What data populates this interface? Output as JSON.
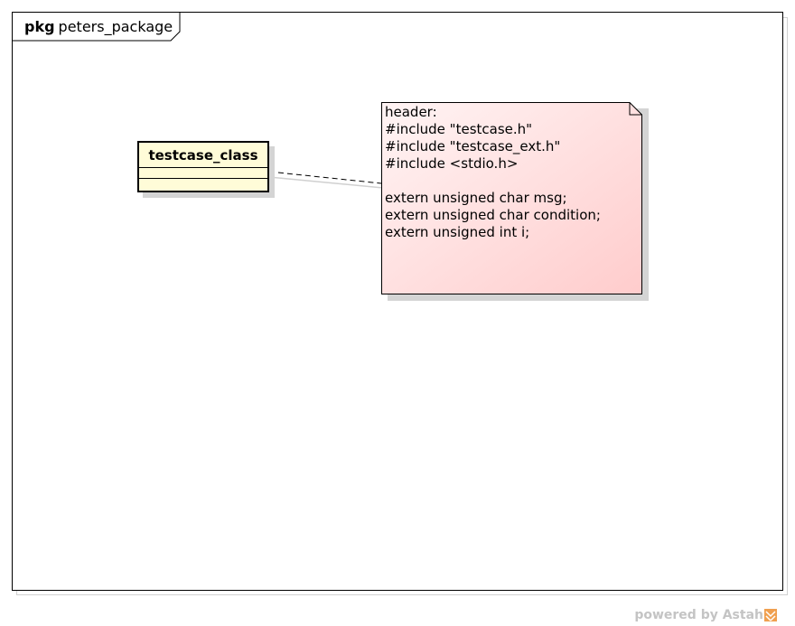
{
  "frame": {
    "keyword": "pkg",
    "name": "peters_package"
  },
  "class": {
    "name": "testcase_class"
  },
  "note": {
    "text": "header:\n#include \"testcase.h\"\n#include \"testcase_ext.h\"\n#include <stdio.h>\n\nextern unsigned char msg;\nextern unsigned char condition;\nextern unsigned int i;"
  },
  "watermark": {
    "text": "powered by Astah"
  },
  "colors": {
    "class_fill": "#fffcd8",
    "note_fill_start": "#fff4f4",
    "note_fill_end": "#ffcccc",
    "shadow": "#d4d4d4",
    "watermark": "#c4c4c4",
    "astah_icon": "#f0a050"
  }
}
